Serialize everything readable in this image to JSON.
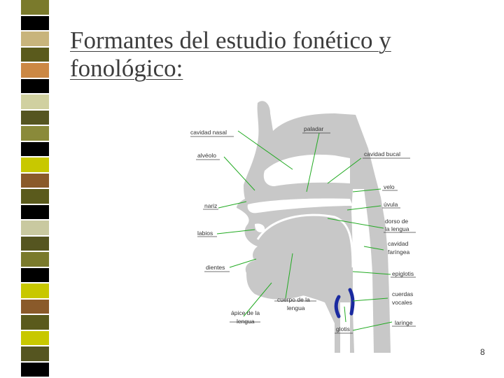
{
  "slide": {
    "title": "Formantes del estudio fonético y fonológico:",
    "page_number": "8"
  },
  "theme": {
    "stripe_colors": [
      "#7a7a2c",
      "#000000",
      "#c8b47c",
      "#5a5a1c",
      "#cc8844",
      "#000000",
      "#d0d0a0",
      "#555520",
      "#8a8a3a",
      "#000000",
      "#c8c800",
      "#8a5a2a",
      "#5a5a1c",
      "#000000",
      "#c9c9a0",
      "#555520",
      "#7a7a2c",
      "#000000",
      "#c8c800",
      "#8a5a2a",
      "#5a5a1c",
      "#c8c800",
      "#555520",
      "#000000"
    ],
    "tissue_color": "#c8c8c8",
    "line_color": "#22aa22",
    "cords_color": "#1a2aa0"
  },
  "diagram": {
    "labels": {
      "cavidad_nasal": "cavidad nasal",
      "paladar": "paladar",
      "alveolo": "alvéolo",
      "cavidad_bucal": "cavidad bucal",
      "velo": "velo",
      "nariz": "nariz",
      "uvula": "úvula",
      "dorso_1": "dorso de",
      "dorso_2": "la lengua",
      "labios": "labios",
      "cav_far_1": "cavidad",
      "cav_far_2": "faríngea",
      "dientes": "dientes",
      "epiglotis": "epiglotis",
      "cuerpo_1": "cuerpo de la",
      "cuerpo_2": "lengua",
      "cuerdas_1": "cuerdas",
      "cuerdas_2": "vocales",
      "apice_1": "ápice de la",
      "apice_2": "lengua",
      "glotis": "glotis",
      "laringe": "laringe"
    }
  }
}
